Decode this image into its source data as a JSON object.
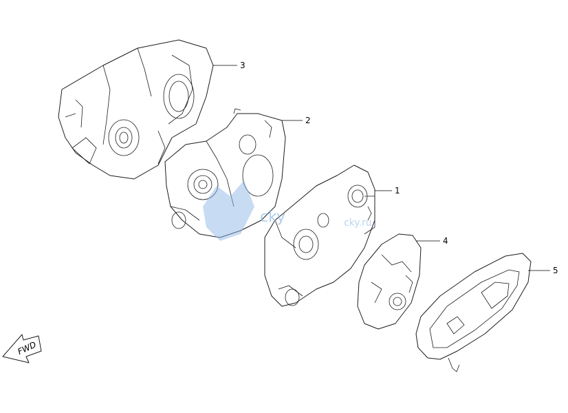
{
  "diagram": {
    "callouts": [
      {
        "id": "1",
        "label": "1"
      },
      {
        "id": "2",
        "label": "2"
      },
      {
        "id": "3",
        "label": "3"
      },
      {
        "id": "4",
        "label": "4"
      },
      {
        "id": "5",
        "label": "5"
      }
    ],
    "direction_arrow": {
      "label": "FWD"
    },
    "watermark": {
      "text": "cky",
      "url": "cky.ru"
    },
    "colors": {
      "line": "#1a1a1a",
      "watermark": "#8fb8e8",
      "background": "#ffffff"
    }
  }
}
